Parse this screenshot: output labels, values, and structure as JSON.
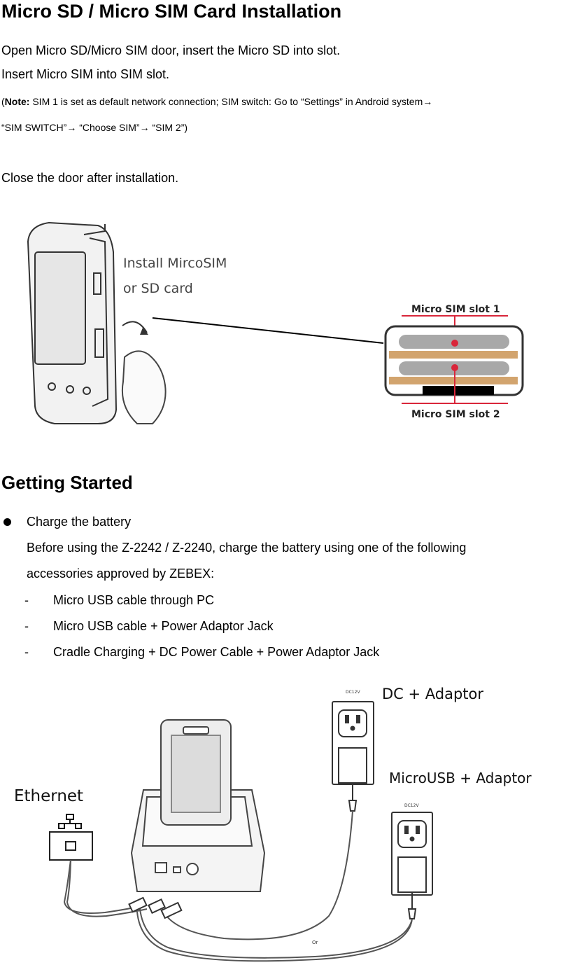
{
  "sim_section": {
    "title": "Micro SD / Micro SIM Card Installation",
    "line1": "Open Micro SD/Micro SIM door, insert the Micro SD into slot.",
    "line2": "Insert Micro SIM into SIM slot.",
    "note_open": "(",
    "note_label": "Note:",
    "note_text_a": " SIM 1 is set as default network connection; SIM switch: Go to “Settings” in Android system",
    "arrow": "→",
    "note_text_b1": "“SIM SWITCH”",
    "note_text_b2": " “Choose SIM”",
    "note_text_b3": " “SIM 2”)",
    "line3": "Close the door after installation."
  },
  "figure1": {
    "callout": [
      "Install MircoSIM",
      "or SD card"
    ],
    "slot1_label": "Micro SIM slot 1",
    "slot2_label": "Micro SIM slot 2"
  },
  "getting_started": {
    "title": "Getting Started",
    "bullet_title": "Charge the battery",
    "bullet_text1": "Before using the Z-2242 / Z-2240, charge the battery using one of the following",
    "bullet_text2": "accessories approved by ZEBEX:",
    "dash": "-",
    "options": [
      "Micro USB cable through PC",
      "Micro USB cable + Power Adaptor Jack",
      "Cradle Charging + DC Power Cable + Power Adaptor Jack"
    ]
  },
  "figure2": {
    "ethernet_label": "Ethernet",
    "dc_label": "DC + Adaptor",
    "microusb_label": "MicroUSB + Adaptor",
    "adaptor_tag": "DC12V",
    "or_label": "Or"
  },
  "colors": {
    "slot_red": "#d9263a",
    "strip_tan": "#d2a46e",
    "strip_gray": "#a8a8a8"
  }
}
